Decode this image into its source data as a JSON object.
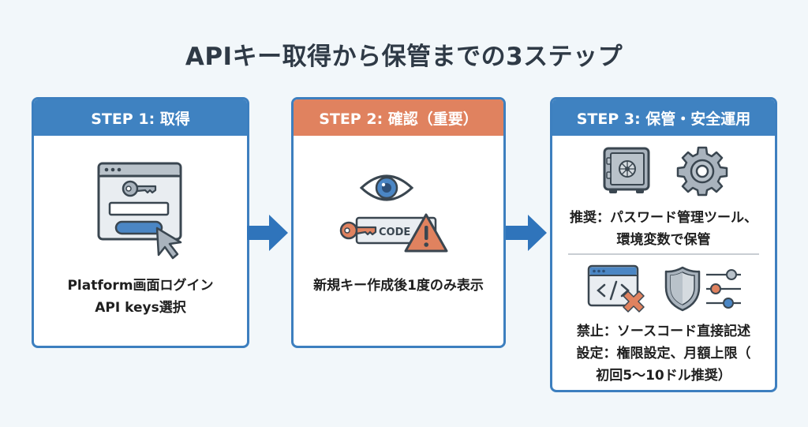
{
  "title": "APIキー取得から保管までの3ステップ",
  "colors": {
    "blue": "#3f82c1",
    "orange": "#e0825f",
    "background": "#f2f7fa",
    "icon_gray": "#a9b3bd",
    "outline": "#3a4650"
  },
  "steps": [
    {
      "header": "STEP 1: 取得",
      "icon": "browser-login-key-icon",
      "lines": [
        "Platform画面ログイン",
        "API keys選択"
      ]
    },
    {
      "header": "STEP 2: 確認（重要）",
      "icon": "eye-code-warning-icon",
      "code_label": "CODE",
      "lines": [
        "新規キー作成後1度のみ表示"
      ]
    },
    {
      "header": "STEP 3: 保管・安全運用",
      "icons_top": [
        "safe-icon",
        "gear-icon"
      ],
      "recommend_lines": [
        "推奨：パスワード管理ツール、",
        "環境変数で保管"
      ],
      "icons_bottom": [
        "code-window-x-icon",
        "shield-icon",
        "sliders-icon"
      ],
      "prohibit_line": "禁止：ソースコード直接記述",
      "settings_lines": [
        "設定：権限設定、月額上限（",
        "初回5〜10ドル推奨）"
      ]
    }
  ]
}
